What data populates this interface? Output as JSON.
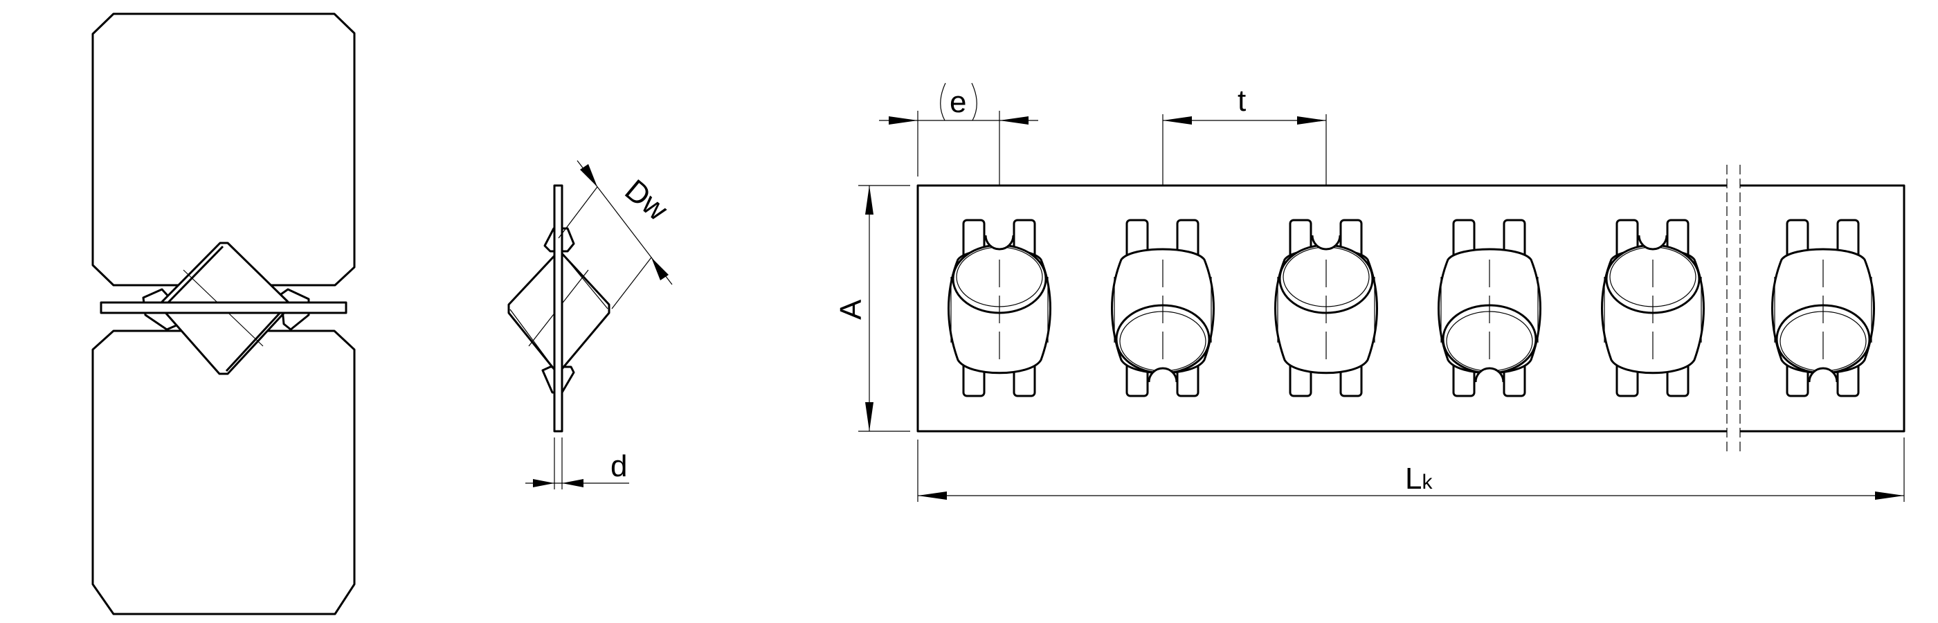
{
  "labels": {
    "e": "e",
    "t": "t",
    "A": "A",
    "Dw": "Dw",
    "d": "d",
    "Lk_main": "L",
    "Lk_sub": "k"
  }
}
